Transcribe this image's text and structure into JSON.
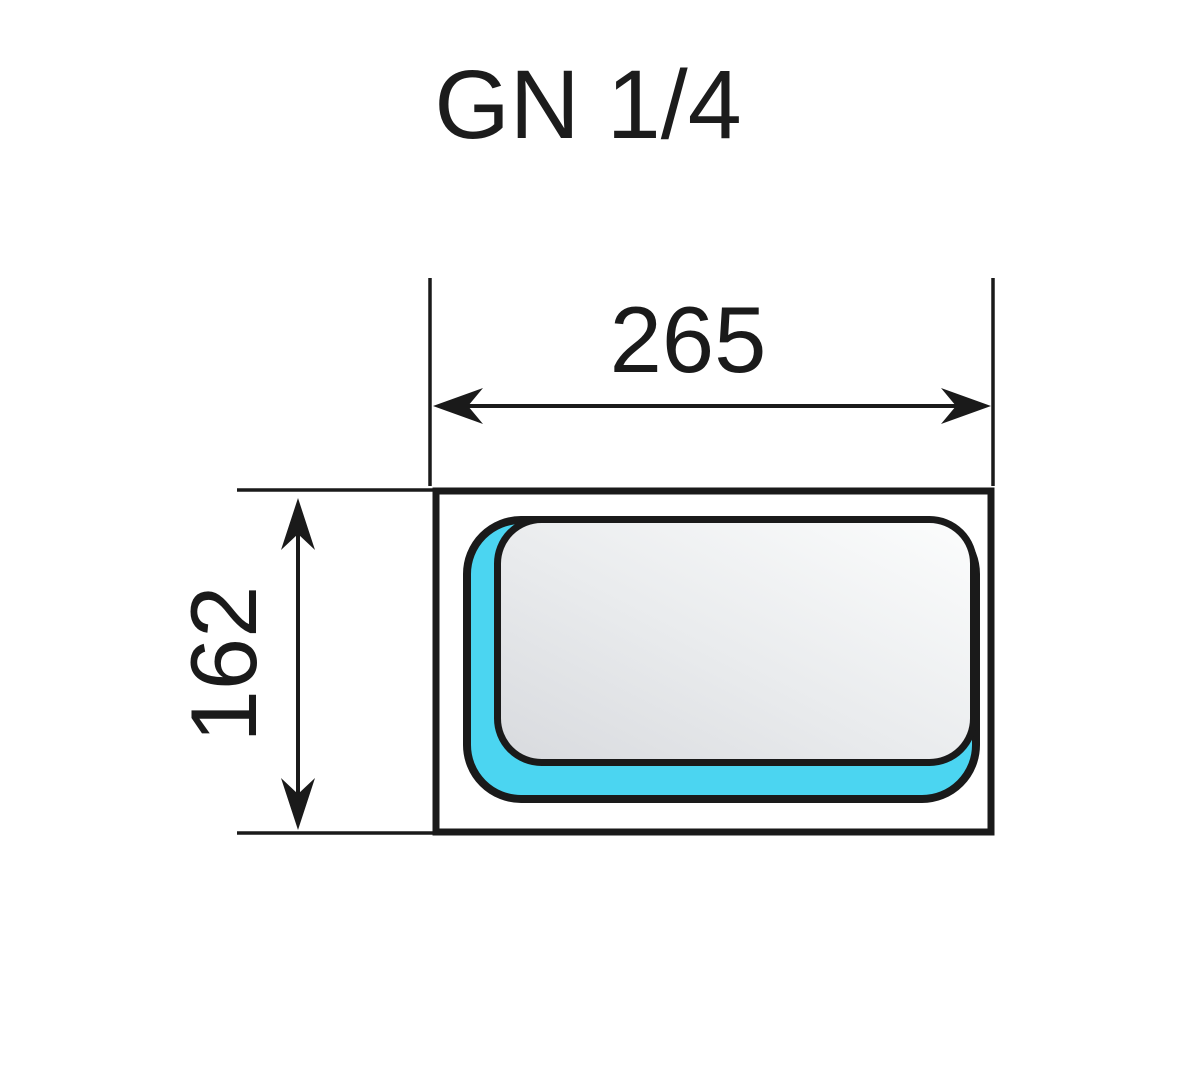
{
  "title": "GN 1/4",
  "dimensions": {
    "width_label": "265",
    "height_label": "162"
  },
  "colors": {
    "line": "#1a1a1a",
    "rim_fill": "#ffffff",
    "pan_wall_fill": "#4bd5f1",
    "pan_bottom_light": "#fcfdfd",
    "pan_bottom_mid": "#e9ebed",
    "pan_bottom_dark": "#d8dade",
    "background": "#ffffff"
  }
}
